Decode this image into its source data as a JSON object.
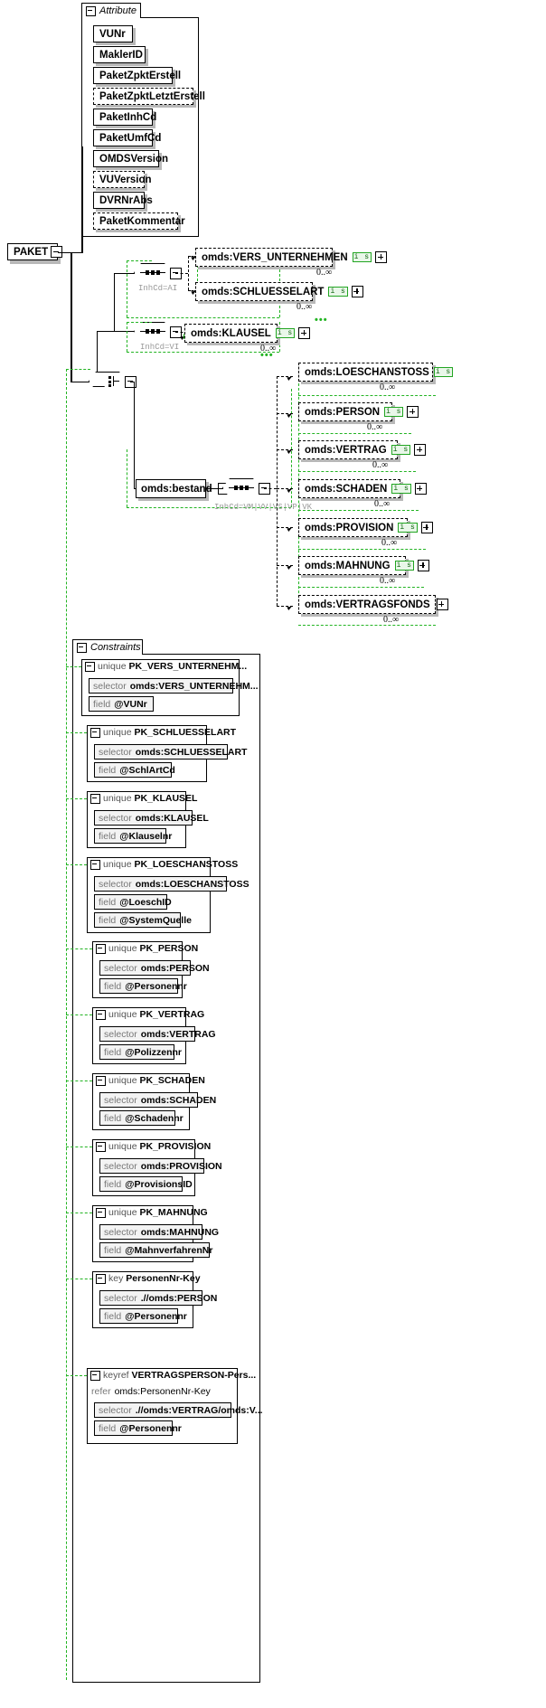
{
  "diagram": {
    "root_element": "PAKET",
    "attribute_group": {
      "title": "Attribute",
      "items": [
        {
          "label": "VUNr",
          "optional": false
        },
        {
          "label": "MaklerID",
          "optional": false
        },
        {
          "label": "PaketZpktErstell",
          "optional": false
        },
        {
          "label": "PaketZpktLetztErstell",
          "optional": true
        },
        {
          "label": "PaketInhCd",
          "optional": false
        },
        {
          "label": "PaketUmfCd",
          "optional": false
        },
        {
          "label": "OMDSVersion",
          "optional": false
        },
        {
          "label": "VUVersion",
          "optional": true
        },
        {
          "label": "DVRNrAbs",
          "optional": false
        },
        {
          "label": "PaketKommentar",
          "optional": true
        }
      ]
    },
    "branches": [
      {
        "compositor": "sequence",
        "annotation": "InhCd=AI",
        "elements": [
          {
            "label": "omds:VERS_UNTERNEHMEN",
            "badge": "i s",
            "occurrence": "0..∞"
          },
          {
            "label": "omds:SCHLUESSELART",
            "badge": "i s",
            "occurrence": "0..∞"
          }
        ]
      },
      {
        "compositor": "sequence",
        "annotation": "InhCd=VI",
        "elements": [
          {
            "label": "omds:KLAUSEL",
            "badge": "i s",
            "occurrence": "0..∞"
          }
        ]
      },
      {
        "compositor": "choice",
        "annotation": "InhCd=VM|VV|VS|VP|VK",
        "group_label": "omds:bestand",
        "elements": [
          {
            "label": "omds:LOESCHANSTOSS",
            "badge": "i s",
            "occurrence": "0..∞"
          },
          {
            "label": "omds:PERSON",
            "badge": "i s",
            "occurrence": "0..∞"
          },
          {
            "label": "omds:VERTRAG",
            "badge": "i s",
            "occurrence": "0..∞"
          },
          {
            "label": "omds:SCHADEN",
            "badge": "i s",
            "occurrence": "0..∞"
          },
          {
            "label": "omds:PROVISION",
            "badge": "i s",
            "occurrence": "0..∞"
          },
          {
            "label": "omds:MAHNUNG",
            "badge": "i s",
            "occurrence": "0..∞"
          },
          {
            "label": "omds:VERTRAGSFONDS",
            "badge": "",
            "occurrence": "0..∞"
          }
        ]
      }
    ],
    "constraints_group": {
      "title": "Constraints",
      "items": [
        {
          "kind": "unique",
          "name": "PK_VERS_UNTERNEHM...",
          "rows": [
            {
              "kw": "selector",
              "value": "omds:VERS_UNTERNEHM..."
            },
            {
              "kw": "field",
              "value": "@VUNr"
            }
          ]
        },
        {
          "kind": "unique",
          "name": "PK_SCHLUESSELART",
          "rows": [
            {
              "kw": "selector",
              "value": "omds:SCHLUESSELART"
            },
            {
              "kw": "field",
              "value": "@SchlArtCd"
            }
          ]
        },
        {
          "kind": "unique",
          "name": "PK_KLAUSEL",
          "rows": [
            {
              "kw": "selector",
              "value": "omds:KLAUSEL"
            },
            {
              "kw": "field",
              "value": "@Klauselnr"
            }
          ]
        },
        {
          "kind": "unique",
          "name": "PK_LOESCHANSTOSS",
          "rows": [
            {
              "kw": "selector",
              "value": "omds:LOESCHANSTOSS"
            },
            {
              "kw": "field",
              "value": "@LoeschID"
            },
            {
              "kw": "field",
              "value": "@SystemQuelle"
            }
          ]
        },
        {
          "kind": "unique",
          "name": "PK_PERSON",
          "rows": [
            {
              "kw": "selector",
              "value": "omds:PERSON"
            },
            {
              "kw": "field",
              "value": "@Personennr"
            }
          ]
        },
        {
          "kind": "unique",
          "name": "PK_VERTRAG",
          "rows": [
            {
              "kw": "selector",
              "value": "omds:VERTRAG"
            },
            {
              "kw": "field",
              "value": "@Polizzennr"
            }
          ]
        },
        {
          "kind": "unique",
          "name": "PK_SCHADEN",
          "rows": [
            {
              "kw": "selector",
              "value": "omds:SCHADEN"
            },
            {
              "kw": "field",
              "value": "@Schadennr"
            }
          ]
        },
        {
          "kind": "unique",
          "name": "PK_PROVISION",
          "rows": [
            {
              "kw": "selector",
              "value": "omds:PROVISION"
            },
            {
              "kw": "field",
              "value": "@ProvisionsID"
            }
          ]
        },
        {
          "kind": "unique",
          "name": "PK_MAHNUNG",
          "rows": [
            {
              "kw": "selector",
              "value": "omds:MAHNUNG"
            },
            {
              "kw": "field",
              "value": "@MahnverfahrenNr"
            }
          ]
        },
        {
          "kind": "key",
          "name": "PersonenNr-Key",
          "rows": [
            {
              "kw": "selector",
              "value": ".//omds:PERSON"
            },
            {
              "kw": "field",
              "value": "@Personennr"
            }
          ]
        },
        {
          "kind": "keyref",
          "name": "VERTRAGSPERSON-Pers...",
          "refer": {
            "kw": "refer",
            "value": "omds:PersonenNr-Key"
          },
          "rows": [
            {
              "kw": "selector",
              "value": ".//omds:VERTRAG/omds:V..."
            },
            {
              "kw": "field",
              "value": "@Personennr"
            }
          ]
        }
      ]
    }
  }
}
